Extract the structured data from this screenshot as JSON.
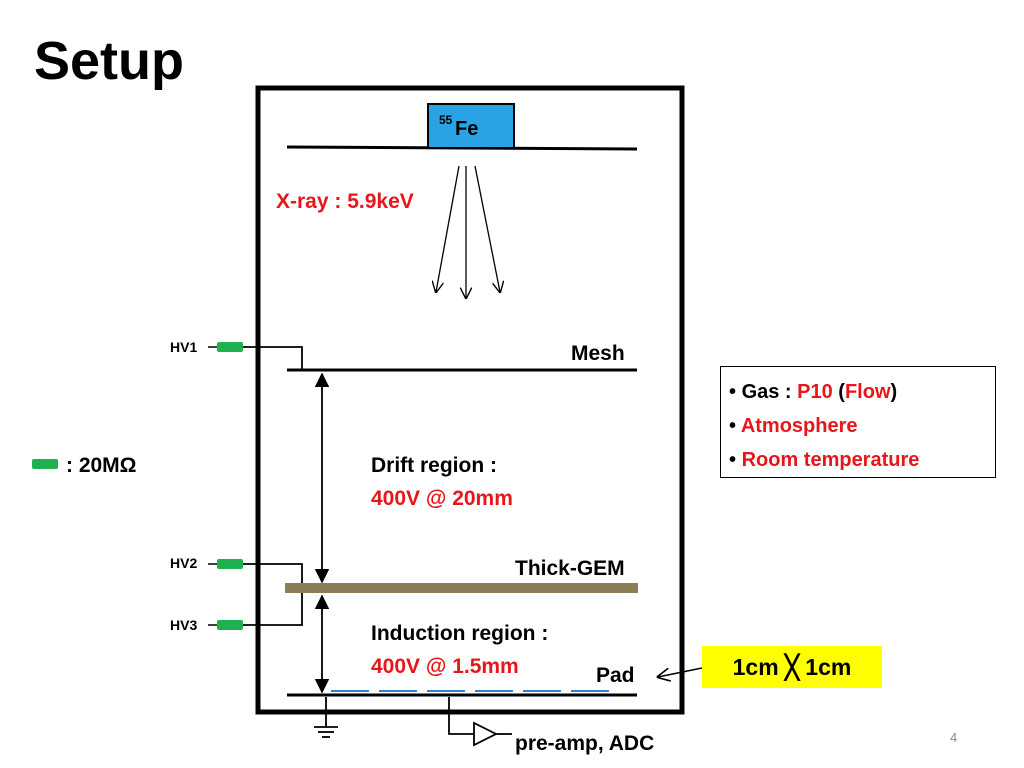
{
  "slide": {
    "title": "Setup",
    "page_number": "4"
  },
  "source": {
    "mass_number": "55",
    "element": "Fe"
  },
  "xray_label": "X-ray : 5.9keV",
  "electrodes": {
    "mesh": "Mesh",
    "thick_gem": "Thick-GEM",
    "pad": "Pad"
  },
  "hv": {
    "hv1": "HV1",
    "hv2": "HV2",
    "hv3": "HV3"
  },
  "resistor_legend": ": 20MΩ",
  "drift": {
    "label": "Drift region :",
    "value": "400V @ 20mm"
  },
  "induction": {
    "label": "Induction region :",
    "value": "400V @ 1.5mm"
  },
  "readout": "pre-amp,  ADC",
  "conditions": {
    "gas_prefix": "Gas : ",
    "gas_name": "P10",
    "gas_open": " (",
    "gas_mode": "Flow",
    "gas_close": ")",
    "atmosphere": "Atmosphere",
    "temperature": "Room temperature"
  },
  "pad_size": "1cm ╳ 1cm",
  "colors": {
    "source_fill": "#29a3e3",
    "resistor": "#1fb04f",
    "gem": "#8b7d55",
    "pad_strip": "#3a7fd0",
    "accent_red": "#e8161b",
    "highlight": "#ffff00"
  },
  "icons": {
    "ground": "ground-icon",
    "preamp": "amplifier-triangle-icon"
  }
}
